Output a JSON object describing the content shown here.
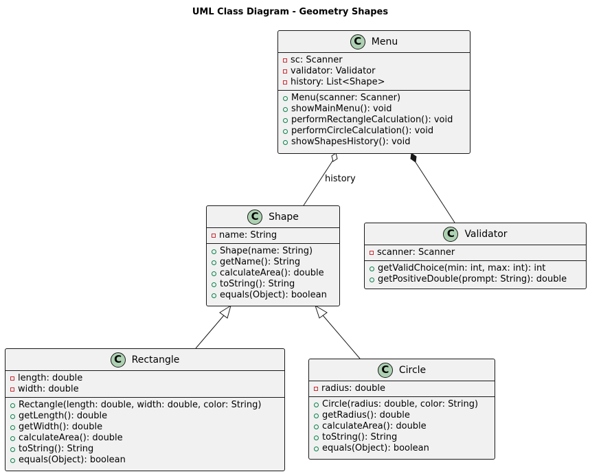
{
  "diagram": {
    "title": "UML Class Diagram - Geometry Shapes",
    "class_marker": "C",
    "classes": {
      "menu": {
        "name": "Menu",
        "attributes": [
          {
            "visibility": "private",
            "text": "sc: Scanner"
          },
          {
            "visibility": "private",
            "text": "validator: Validator"
          },
          {
            "visibility": "private",
            "text": "history: List<Shape>"
          }
        ],
        "methods": [
          {
            "visibility": "public",
            "text": "Menu(scanner: Scanner)"
          },
          {
            "visibility": "public",
            "text": "showMainMenu(): void"
          },
          {
            "visibility": "public",
            "text": "performRectangleCalculation(): void"
          },
          {
            "visibility": "public",
            "text": "performCircleCalculation(): void"
          },
          {
            "visibility": "public",
            "text": "showShapesHistory(): void"
          }
        ]
      },
      "shape": {
        "name": "Shape",
        "attributes": [
          {
            "visibility": "private",
            "text": "name: String"
          }
        ],
        "methods": [
          {
            "visibility": "public",
            "text": "Shape(name: String)"
          },
          {
            "visibility": "public",
            "text": "getName(): String"
          },
          {
            "visibility": "public",
            "text": "calculateArea(): double"
          },
          {
            "visibility": "public",
            "text": "toString(): String"
          },
          {
            "visibility": "public",
            "text": "equals(Object): boolean"
          }
        ]
      },
      "validator": {
        "name": "Validator",
        "attributes": [
          {
            "visibility": "private",
            "text": "scanner: Scanner"
          }
        ],
        "methods": [
          {
            "visibility": "public",
            "text": "getValidChoice(min: int, max: int): int"
          },
          {
            "visibility": "public",
            "text": "getPositiveDouble(prompt: String): double"
          }
        ]
      },
      "rectangle": {
        "name": "Rectangle",
        "attributes": [
          {
            "visibility": "private",
            "text": "length: double"
          },
          {
            "visibility": "private",
            "text": "width: double"
          }
        ],
        "methods": [
          {
            "visibility": "public",
            "text": "Rectangle(length: double, width: double, color: String)"
          },
          {
            "visibility": "public",
            "text": "getLength(): double"
          },
          {
            "visibility": "public",
            "text": "getWidth(): double"
          },
          {
            "visibility": "public",
            "text": "calculateArea(): double"
          },
          {
            "visibility": "public",
            "text": "toString(): String"
          },
          {
            "visibility": "public",
            "text": "equals(Object): boolean"
          }
        ]
      },
      "circle": {
        "name": "Circle",
        "attributes": [
          {
            "visibility": "private",
            "text": "radius: double"
          }
        ],
        "methods": [
          {
            "visibility": "public",
            "text": "Circle(radius: double, color: String)"
          },
          {
            "visibility": "public",
            "text": "getRadius(): double"
          },
          {
            "visibility": "public",
            "text": "calculateArea(): double"
          },
          {
            "visibility": "public",
            "text": "toString(): String"
          },
          {
            "visibility": "public",
            "text": "equals(Object): boolean"
          }
        ]
      }
    },
    "relations": [
      {
        "type": "aggregation",
        "from": "Menu",
        "to": "Shape",
        "label": "history"
      },
      {
        "type": "composition",
        "from": "Menu",
        "to": "Validator",
        "label": ""
      },
      {
        "type": "inheritance",
        "from": "Rectangle",
        "to": "Shape",
        "label": ""
      },
      {
        "type": "inheritance",
        "from": "Circle",
        "to": "Shape",
        "label": ""
      }
    ],
    "colors": {
      "class_fill": "#f1f1f1",
      "border": "#181818",
      "class_icon": "#add1b2",
      "private_marker": "#c82930",
      "public_marker": "#038048"
    }
  }
}
